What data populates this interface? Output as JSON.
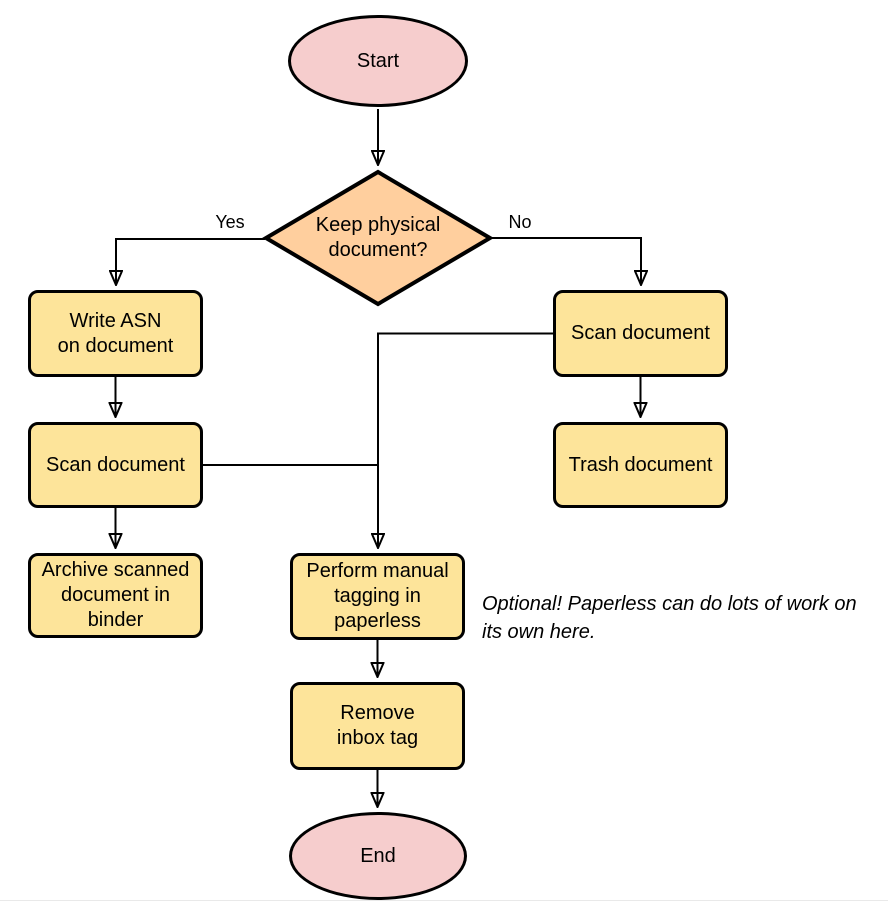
{
  "colors": {
    "process_fill": "#fde49a",
    "decision_fill": "#ffcf9e",
    "terminator_fill": "#f6cdcd",
    "stroke": "#000000"
  },
  "nodes": {
    "start": {
      "label": "Start"
    },
    "decision": {
      "label": "Keep physical\ndocument?"
    },
    "write_asn": {
      "label": "Write ASN\non document"
    },
    "scan_left": {
      "label": "Scan document"
    },
    "archive": {
      "label": "Archive scanned\ndocument in\nbinder"
    },
    "scan_right": {
      "label": "Scan document"
    },
    "trash": {
      "label": "Trash document"
    },
    "perform_tagging": {
      "label": "Perform manual\ntagging in\npaperless"
    },
    "remove_inbox": {
      "label": "Remove\ninbox tag"
    },
    "end": {
      "label": "End"
    }
  },
  "edge_labels": {
    "yes": "Yes",
    "no": "No"
  },
  "note": {
    "text": "Optional! Paperless can do lots of work on\nits own here."
  }
}
